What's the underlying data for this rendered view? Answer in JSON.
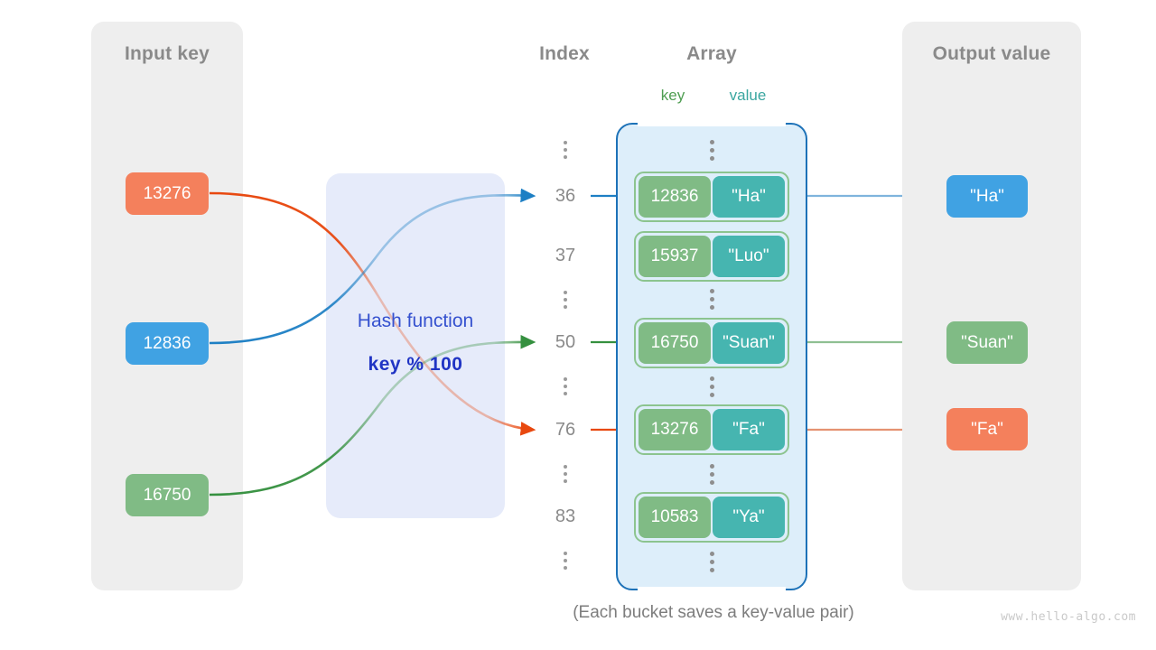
{
  "panels": {
    "input": {
      "title": "Input key"
    },
    "output": {
      "title": "Output value"
    }
  },
  "headings": {
    "index": "Index",
    "array": "Array",
    "key": "key",
    "value": "value"
  },
  "hash_function": {
    "label": "Hash function",
    "formula": "key % 100"
  },
  "input_keys": [
    {
      "text": "13276",
      "color": "#f4805c"
    },
    {
      "text": "12836",
      "color": "#40a2e3"
    },
    {
      "text": "16750",
      "color": "#80bb85"
    }
  ],
  "output_values": [
    {
      "text": "\"Ha\"",
      "color": "#40a2e3"
    },
    {
      "text": "\"Suan\"",
      "color": "#80bb85"
    },
    {
      "text": "\"Fa\"",
      "color": "#f4805c"
    }
  ],
  "index_column": [
    {
      "type": "dots"
    },
    {
      "type": "value",
      "text": "36"
    },
    {
      "type": "value",
      "text": "37"
    },
    {
      "type": "dots"
    },
    {
      "type": "value",
      "text": "50"
    },
    {
      "type": "dots"
    },
    {
      "type": "value",
      "text": "76"
    },
    {
      "type": "dots"
    },
    {
      "type": "value",
      "text": "83"
    },
    {
      "type": "dots"
    }
  ],
  "buckets": [
    {
      "key": "12836",
      "value": "\"Ha\""
    },
    {
      "key": "15937",
      "value": "\"Luo\""
    },
    {
      "key": "16750",
      "value": "\"Suan\""
    },
    {
      "key": "13276",
      "value": "\"Fa\""
    },
    {
      "key": "10583",
      "value": "\"Ya\""
    }
  ],
  "mappings": [
    {
      "input": "13276",
      "index": "76",
      "output": "\"Fa\"",
      "color": "#e8480f"
    },
    {
      "input": "12836",
      "index": "36",
      "output": "\"Ha\"",
      "color": "#1d7fc4"
    },
    {
      "input": "16750",
      "index": "50",
      "output": "\"Suan\"",
      "color": "#35903f"
    }
  ],
  "caption": "(Each bucket saves a key-value pair)",
  "watermark": "www.hello-algo.com",
  "colors": {
    "panel_bg": "#eeeeee",
    "array_bg": "#ddeefa",
    "array_border": "#1d72b8",
    "hash_bg": "#e6ebfa",
    "hash_text": "#2034c4",
    "key_box": "#80bb85",
    "value_box": "#46b5b0",
    "bucket_outline": "#8cc48f",
    "heading_gray": "#8a8a8a",
    "orange": "#f4805c",
    "blue": "#40a2e3",
    "green": "#80bb85"
  }
}
